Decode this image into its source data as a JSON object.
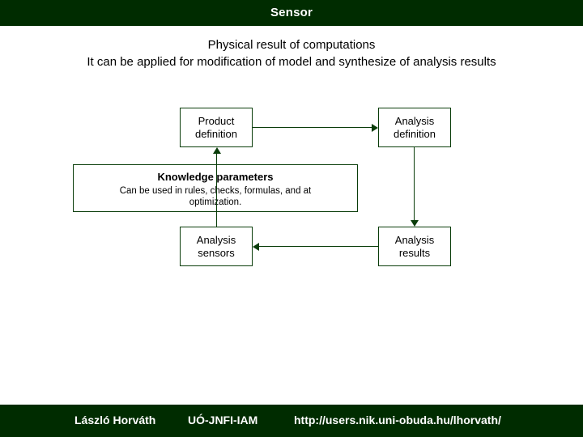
{
  "header": {
    "title": "Sensor"
  },
  "subtitle": {
    "line1": "Physical result of computations",
    "line2": "It can be applied for modification of model and synthesize of analysis results"
  },
  "diagram": {
    "boxes": [
      {
        "id": "product-definition",
        "line1": "Product",
        "line2": "definition"
      },
      {
        "id": "analysis-definition",
        "line1": "Analysis",
        "line2": "definition"
      },
      {
        "id": "analysis-sensors",
        "line1": "Analysis",
        "line2": "sensors"
      },
      {
        "id": "analysis-results",
        "line1": "Analysis",
        "line2": "results"
      }
    ],
    "knowledge": {
      "title": "Knowledge parameters",
      "body": "Can be used in rules, checks, formulas, and at optimization."
    }
  },
  "footer": {
    "author": "László Horváth",
    "organization": "UÓ-JNFI-IAM",
    "url": "http://users.nik.uni-obuda.hu/lhorvath/"
  },
  "colors": {
    "bar_background": "#002c00",
    "bar_text": "#ffffff",
    "diagram_line": "#0a3d0a",
    "page_background": "#ffffff",
    "text": "#000000"
  }
}
